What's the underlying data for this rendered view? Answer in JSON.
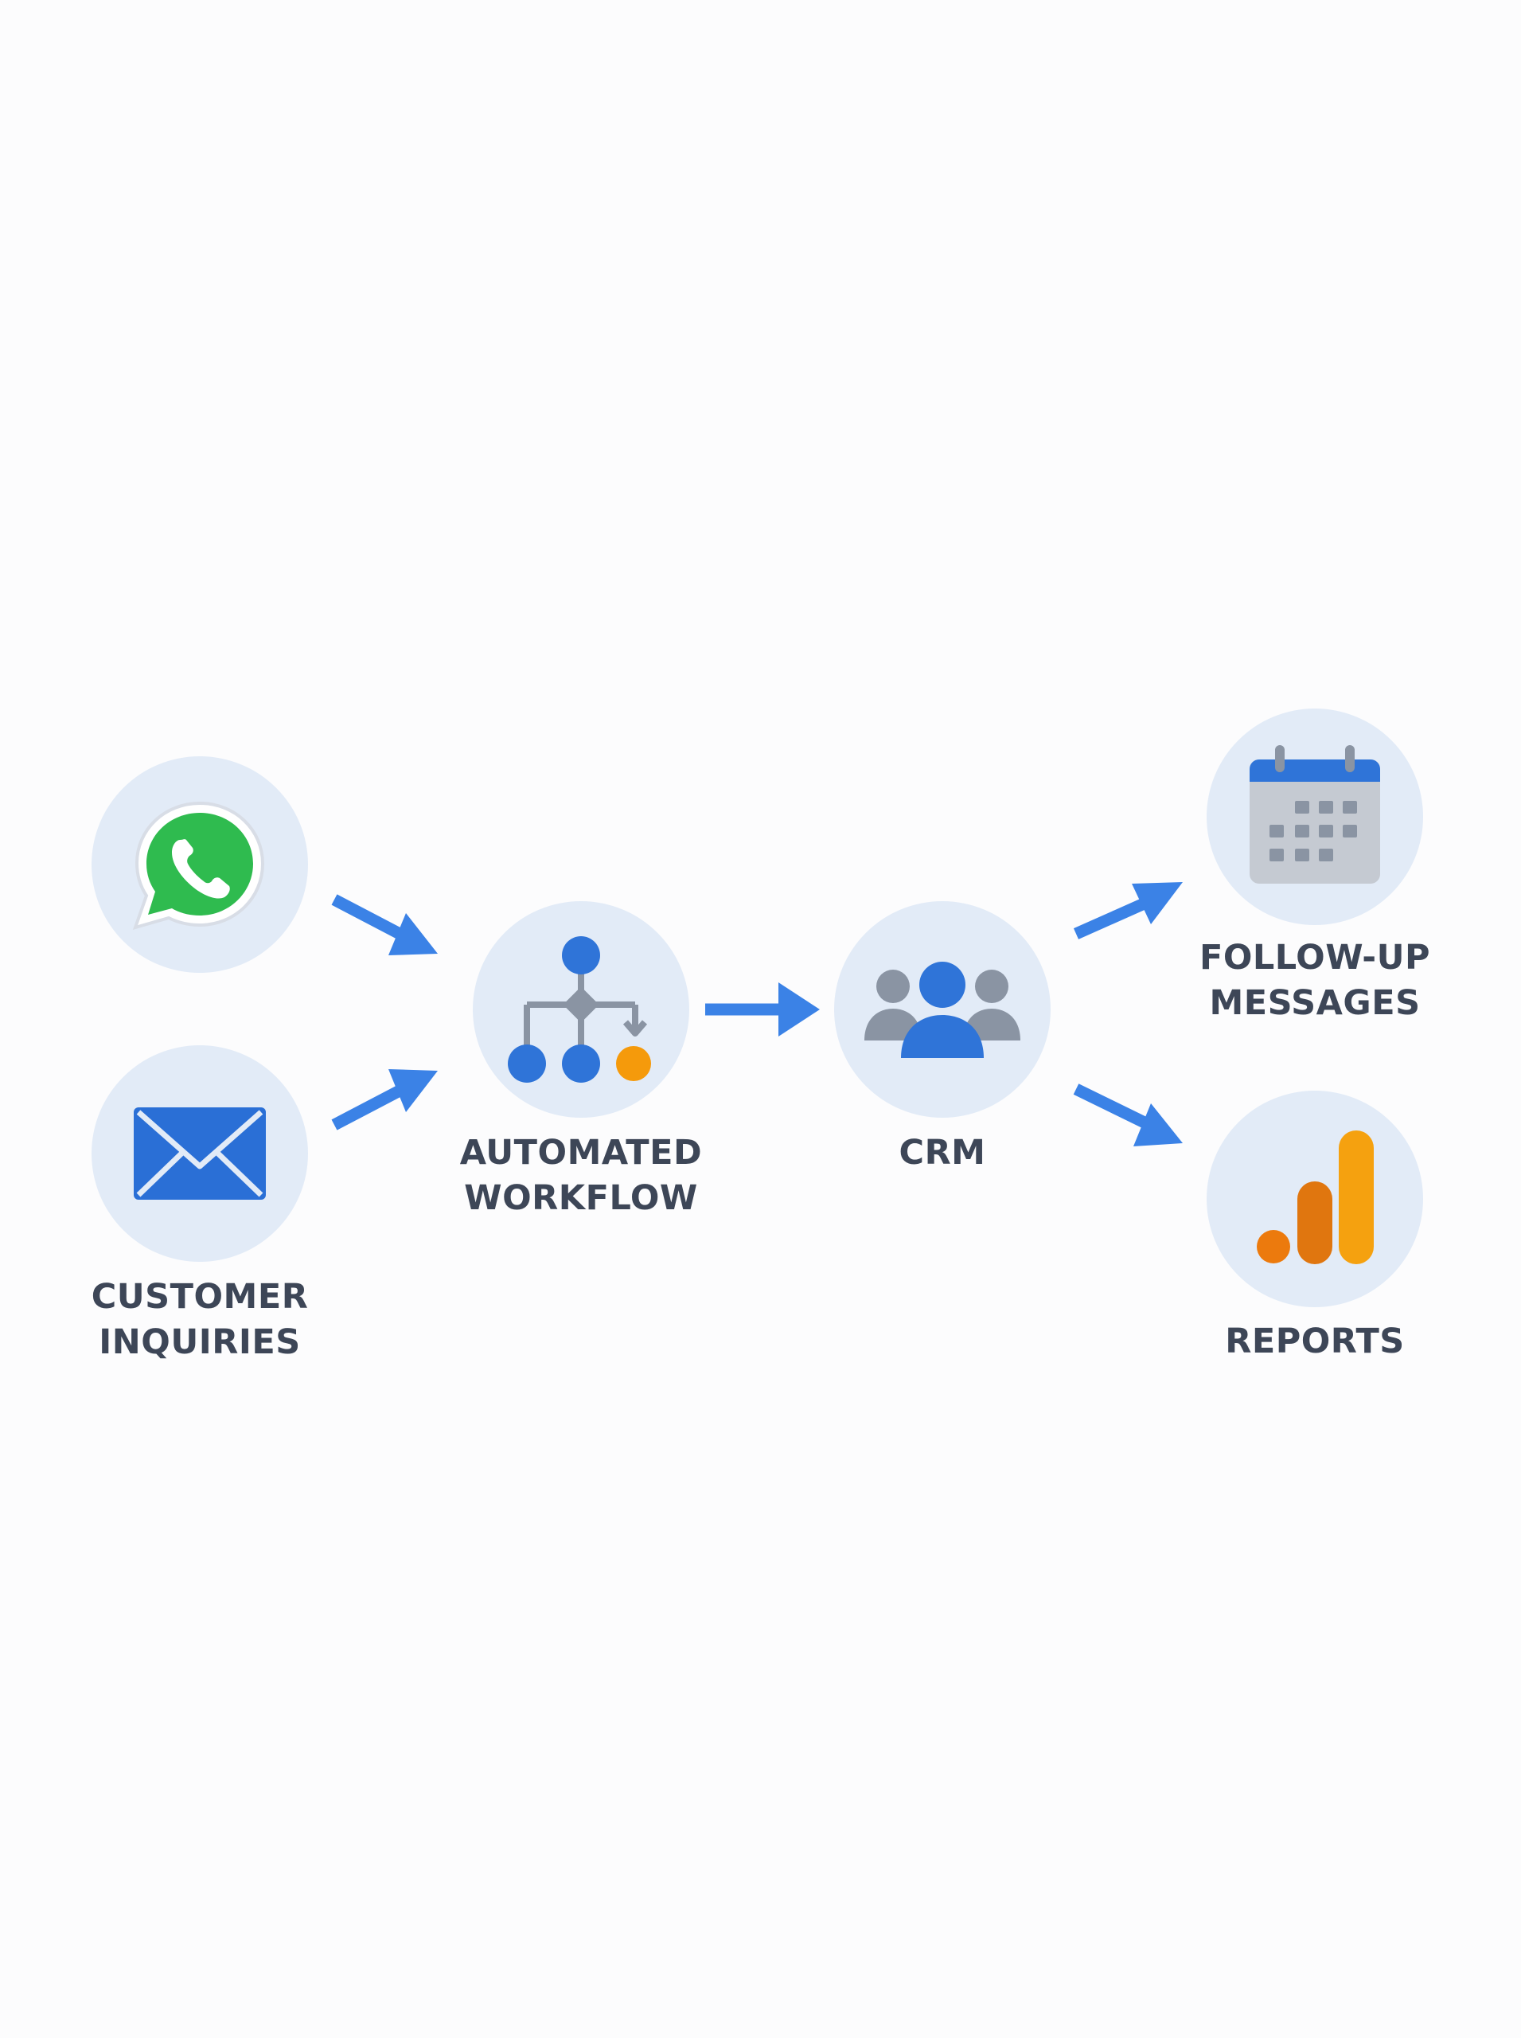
{
  "nodes": {
    "customer_inquiries": {
      "line1": "CUSTOMER",
      "line2": "INQUIRIES"
    },
    "automated_workflow": {
      "line1": "AUTOMATED",
      "line2": "WORKFLOW"
    },
    "crm": {
      "line1": "CRM"
    },
    "follow_up_messages": {
      "line1": "FOLLOW-UP",
      "line2": "MESSAGES"
    },
    "reports": {
      "line1": "REPORTS"
    }
  },
  "icons": {
    "whatsapp": "whatsapp-icon",
    "email": "envelope-icon",
    "workflow": "workflow-icon",
    "crm": "people-group-icon",
    "calendar": "calendar-icon",
    "reports": "bar-chart-icon"
  },
  "colors": {
    "arrow": "#3b82e6",
    "circle_bg": "#e2ebf7",
    "label": "#3d4657",
    "whatsapp_green": "#2fbb4f",
    "envelope_blue": "#2a6fd6",
    "accent_orange": "#f59a0b"
  }
}
